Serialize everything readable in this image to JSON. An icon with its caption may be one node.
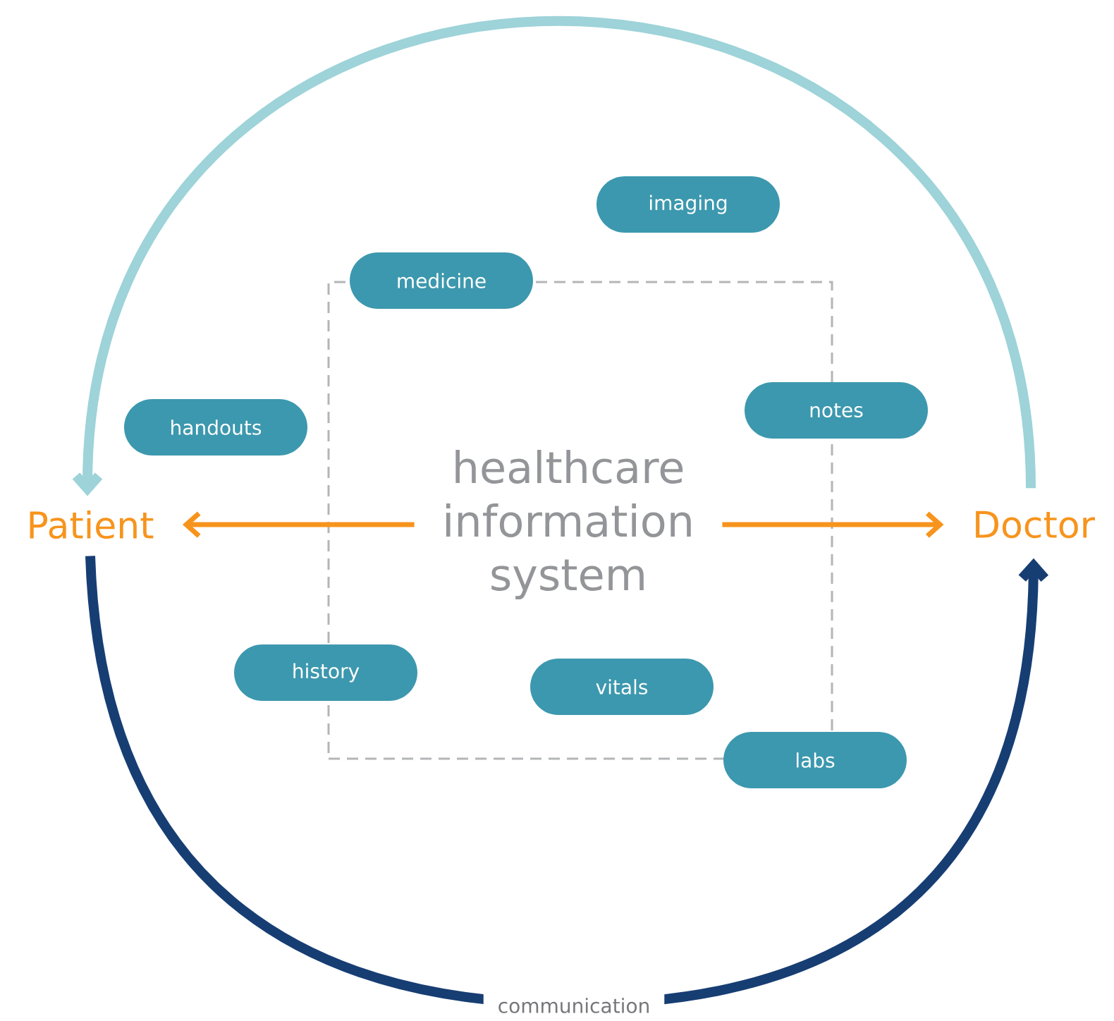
{
  "diagram": {
    "nodes": [
      {
        "text": [
          "Patient"
        ]
      },
      {
        "text": [
          "Doctor"
        ]
      },
      {
        "text": [],
        "shape": "box"
      },
      {
        "text": [
          "healthcare information system"
        ],
        "in": 2
      },
      {
        "text": [
          "imaging"
        ]
      },
      {
        "text": [
          "medicine"
        ]
      },
      {
        "text": [
          "handouts"
        ]
      },
      {
        "text": [
          "notes"
        ]
      },
      {
        "text": [
          "history"
        ]
      },
      {
        "text": [
          "vitals"
        ],
        "in": 2
      },
      {
        "text": [
          "labs"
        ]
      }
    ],
    "edges": [
      {
        "from": 3,
        "to": 0,
        "arrow": "to",
        "color": "#f7941d"
      },
      {
        "from": 3,
        "to": 1,
        "arrow": "to",
        "color": "#f7941d"
      },
      {
        "from": 1,
        "to": 0,
        "arrow": "to",
        "style": "thick",
        "color": "#9dd3d9"
      },
      {
        "from": 0,
        "to": 1,
        "arrow": "to",
        "style": "thick",
        "color": "#173e73",
        "label": "communication"
      }
    ]
  }
}
